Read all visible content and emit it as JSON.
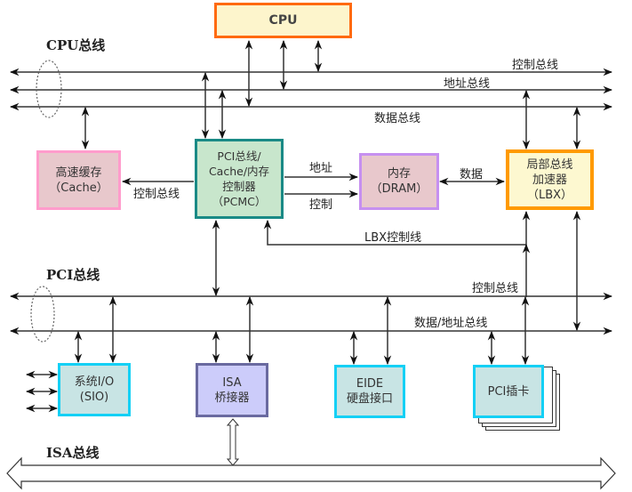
{
  "bus_labels": {
    "cpu_bus": "CPU总线",
    "pci_bus": "PCI总线",
    "isa_bus": "ISA总线"
  },
  "line_labels": {
    "cpu_control_bus": "控制总线",
    "cpu_address_bus": "地址总线",
    "cpu_data_bus": "数据总线",
    "cache_control": "控制总线",
    "dram_address": "地址",
    "dram_control": "控制",
    "dram_data": "数据",
    "lbx_control_line": "LBX控制线",
    "pci_control_bus": "控制总线",
    "pci_data_address_bus": "数据/地址总线"
  },
  "components": {
    "cpu": {
      "lines": [
        "CPU"
      ],
      "fill": "#fdf5cc",
      "border": "#ff6a10"
    },
    "cache": {
      "lines": [
        "高速缓存",
        "（Cache）"
      ],
      "fill": "#e8c8cc",
      "border": "#ff9ccc"
    },
    "pcmc": {
      "lines": [
        "PCI总线/",
        "Cache/内存",
        "控制器",
        "（PCMC）"
      ],
      "fill": "#c8e6cc",
      "border": "#1a8a86"
    },
    "dram": {
      "lines": [
        "内存",
        "（DRAM）"
      ],
      "fill": "#e8c8cc",
      "border": "#c690f0"
    },
    "lbx": {
      "lines": [
        "局部总线",
        "加速器",
        "（LBX）"
      ],
      "fill": "#fdf8d0",
      "border": "#ff9a00"
    },
    "sio": {
      "lines": [
        "系统I/O",
        "(SIO)"
      ],
      "fill": "#c8e4e4",
      "border": "#14d0f5"
    },
    "isa_bridge": {
      "lines": [
        "ISA",
        "桥接器"
      ],
      "fill": "#ccccfa",
      "border": "#6a6aa0"
    },
    "eide": {
      "lines": [
        "EIDE",
        "硬盘接口"
      ],
      "fill": "#c8e4e4",
      "border": "#14d0f5"
    },
    "pci_card": {
      "lines": [
        "PCI插卡"
      ],
      "fill": "#c8e4e4",
      "border": "#14d0f5"
    }
  }
}
